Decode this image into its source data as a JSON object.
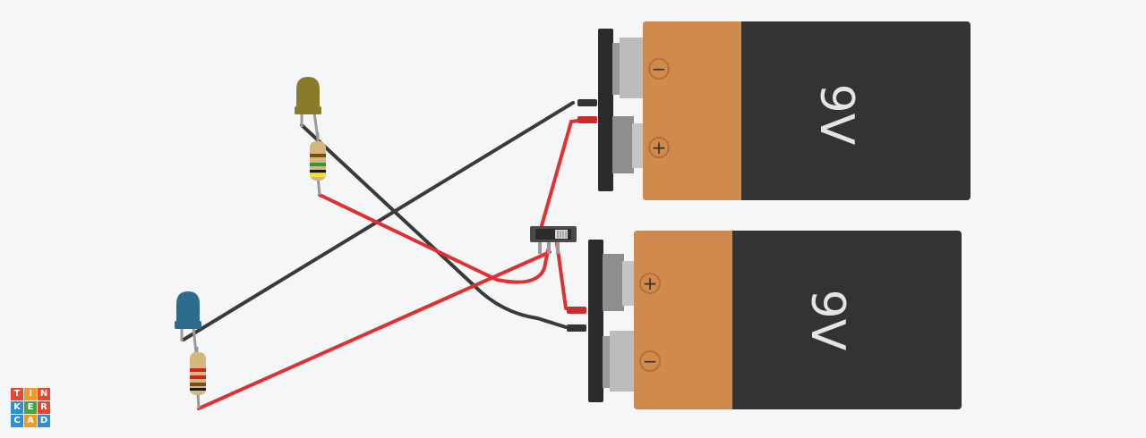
{
  "logo": {
    "letters": [
      "T",
      "I",
      "N",
      "K",
      "E",
      "R",
      "C",
      "A",
      "D"
    ],
    "colors": [
      "#e8462f",
      "#f09a27",
      "#e8462f",
      "#2f8fd6",
      "#4aa14b",
      "#e8462f",
      "#2f8fd6",
      "#f09a27",
      "#2f8fd6"
    ]
  },
  "batteries": [
    {
      "label": "9V",
      "top_terminal": "−",
      "bottom_terminal": "+"
    },
    {
      "label": "9V",
      "top_terminal": "+",
      "bottom_terminal": "−"
    }
  ],
  "colors": {
    "wire_red": "#e03131",
    "wire_black": "#3a3a3a",
    "battery_body": "#333333",
    "battery_label_area": "#d08a4e",
    "led_yellow": "#8a7a2c",
    "led_blue": "#2d6b8c",
    "resistor_body": "#d4b77a"
  },
  "components": {
    "led_top": "yellow-led",
    "led_bottom": "blue-led",
    "switch": "slide-switch"
  }
}
